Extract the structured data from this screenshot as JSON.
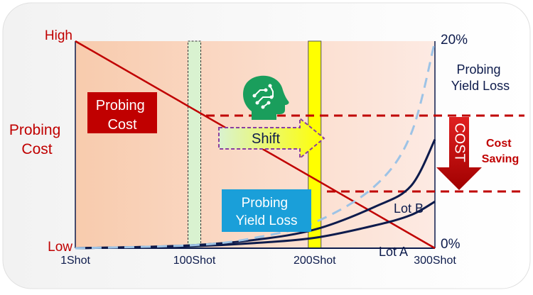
{
  "chart_data": {
    "type": "line",
    "x": [
      "1Shot",
      "100Shot",
      "200Shot",
      "300Shot"
    ],
    "x_values": [
      1,
      100,
      200,
      300
    ],
    "xlim": [
      1,
      300
    ],
    "left_axis": {
      "label": "Probing Cost",
      "top_label": "High",
      "bottom_label": "Low"
    },
    "right_axis": {
      "top_label": "20%",
      "bottom_label": "0%",
      "ylim": [
        0,
        20
      ],
      "label": "Probing Yield Loss"
    },
    "series": [
      {
        "name": "",
        "axis": "left",
        "x": [
          1,
          300
        ],
        "y": [
          100,
          0
        ],
        "color": "#c00000"
      },
      {
        "name": "Lot A",
        "axis": "right",
        "x": [
          1,
          50,
          100,
          150,
          200,
          250,
          280,
          300
        ],
        "y": [
          0,
          0.1,
          0.2,
          0.5,
          1,
          2.2,
          3.2,
          4.5
        ],
        "color": "#0d1b4c"
      },
      {
        "name": "Lot B",
        "axis": "right",
        "x": [
          1,
          50,
          100,
          150,
          200,
          250,
          280,
          300
        ],
        "y": [
          0,
          0.1,
          0.3,
          0.8,
          1.8,
          4,
          6,
          10.5
        ],
        "color": "#0d1b4c"
      },
      {
        "name": "",
        "axis": "right",
        "x": [
          1,
          100,
          150,
          200,
          250,
          280,
          300
        ],
        "y": [
          0,
          0.3,
          1,
          2.5,
          6,
          11,
          20
        ],
        "color": "#9dc3e6",
        "dashed": true
      }
    ],
    "annotations": {
      "probing_cost_label": "Probing Cost",
      "yield_loss_label": "Probing Yield Loss",
      "shift_label": "Shift",
      "cost_arrow_label": "COST",
      "cost_saving_label": "Cost Saving"
    },
    "bands": [
      {
        "x": 100,
        "color": "#d9f2d0"
      },
      {
        "x": 200,
        "color": "#ffff00"
      }
    ]
  },
  "icons": {
    "head": "brain-head-icon"
  },
  "colors": {
    "red": "#c00000",
    "navy": "#0d1b4c",
    "accent_blue": "#1a9fd9",
    "green": "#1a9e5c",
    "yellow": "#ffff00"
  }
}
